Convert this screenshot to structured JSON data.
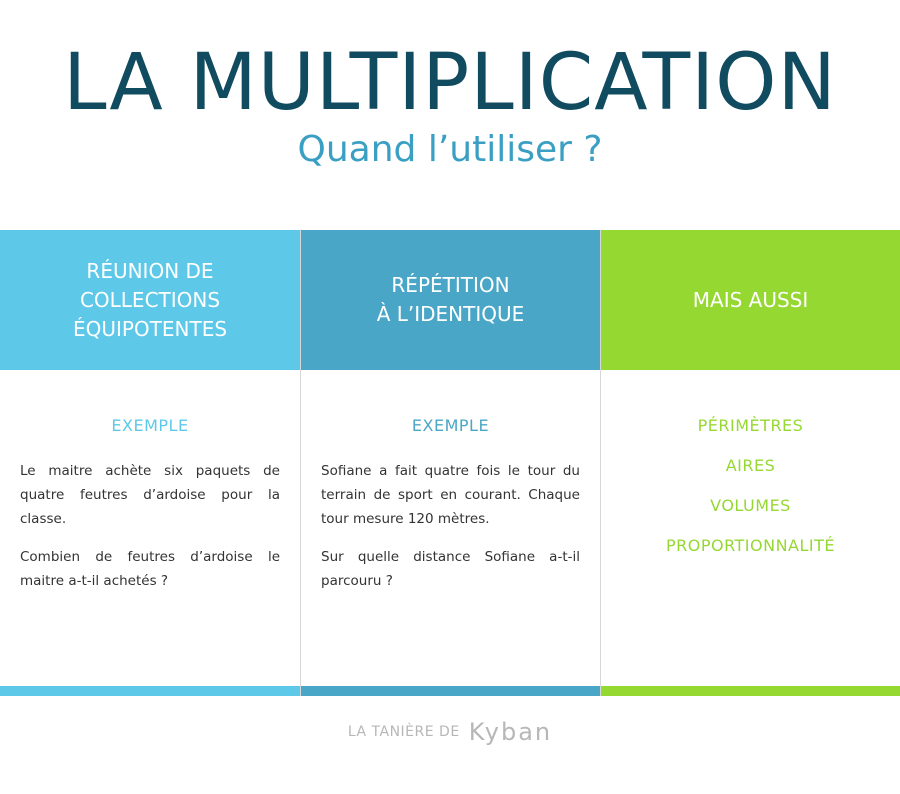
{
  "header": {
    "title": "LA MULTIPLICATION",
    "subtitle": "Quand l’utiliser ?"
  },
  "colors": {
    "title": "#114b5f",
    "subtitle": "#3a9fc2",
    "col1": "#5ec8e8",
    "col2": "#4aa6c7",
    "col3": "#96d832"
  },
  "columns": [
    {
      "heading": "RÉUNION DE\nCOLLECTIONS\nÉQUIPOTENTES",
      "label": "EXEMPLE",
      "paragraphs": [
        "Le maitre achète six paquets de quatre feutres d’ardoise pour la classe.",
        "Combien de feutres d’ardoise le maitre a-t-il achetés ?"
      ]
    },
    {
      "heading": "RÉPÉTITION\nÀ L’IDENTIQUE",
      "label": "EXEMPLE",
      "paragraphs": [
        "Sofiane a fait quatre fois le tour du terrain de sport en courant. Chaque tour mesure 120 mètres.",
        "Sur quelle distance Sofiane a-t-il parcouru ?"
      ]
    },
    {
      "heading": "MAIS AUSSI",
      "items": [
        "PÉRIMÈTRES",
        "AIRES",
        "VOLUMES",
        "PROPORTIONNALITÉ"
      ]
    }
  ],
  "footer": {
    "prefix": "LA TANIÈRE DE",
    "brand": "Kyban"
  }
}
